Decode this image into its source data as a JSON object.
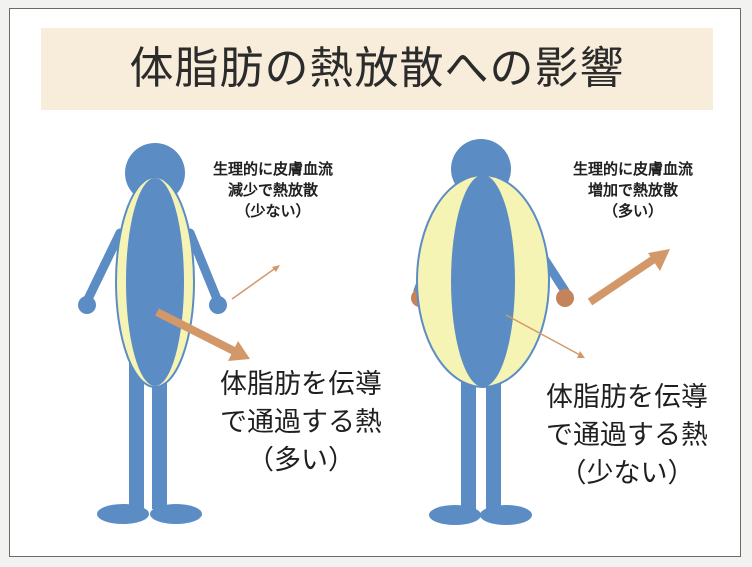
{
  "title": "体脂肪の熱放散への影響",
  "left_figure": {
    "skin_note": [
      "生理的に皮膚血流",
      "減少で熱放散",
      "（少ない）"
    ],
    "conduction_note": [
      "体脂肪を伝導",
      "で通過する熱",
      "（多い）"
    ]
  },
  "right_figure": {
    "skin_note": [
      "生理的に皮膚血流",
      "増加で熱放散",
      "（多い）"
    ],
    "conduction_note": [
      "体脂肪を伝導",
      "で通過する熱",
      "（少ない）"
    ]
  },
  "colors": {
    "body": "#5b8cc4",
    "fat_layer": "#f6f4b4",
    "warm_hand": "#c48358",
    "arrow": "#d39869",
    "title_band": "#f8eddb"
  }
}
